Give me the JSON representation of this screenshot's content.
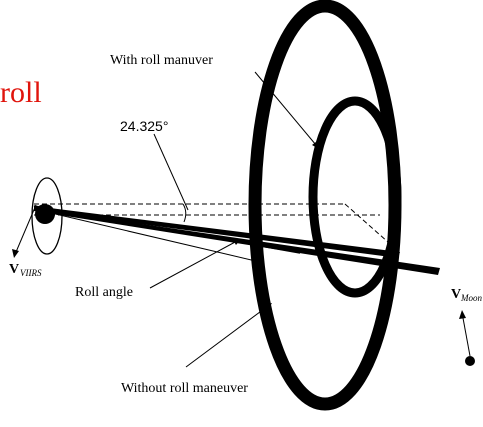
{
  "title_fragment": "roll",
  "labels": {
    "angle_value": "24.325°",
    "with_roll": "With roll manuver",
    "without_roll": "Without roll maneuver",
    "roll_angle": "Roll angle",
    "v_viirs_main": "V",
    "v_viirs_sub": "VIIRS",
    "v_moon_main": "V",
    "v_moon_sub": "Moon"
  },
  "colors": {
    "title": "#e0140c",
    "ink": "#000000"
  }
}
